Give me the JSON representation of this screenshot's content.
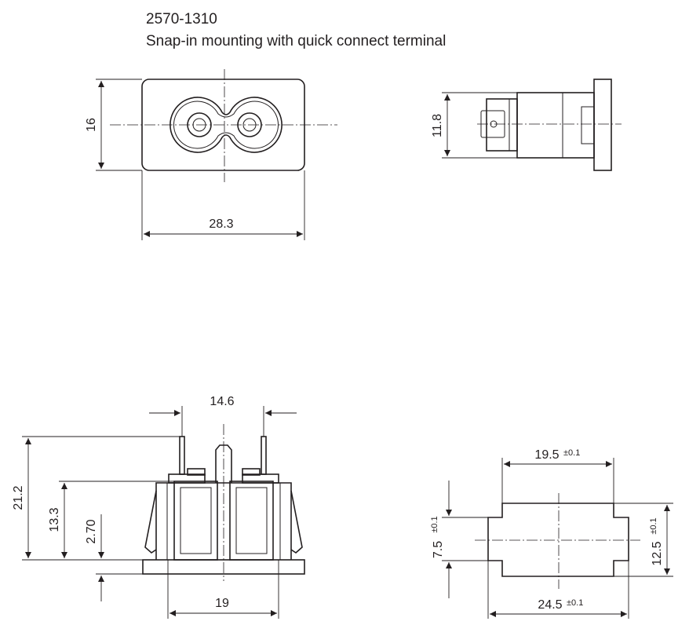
{
  "title": {
    "part_number": "2570-1310",
    "description": "Snap-in mounting with quick connect terminal"
  },
  "front_view": {
    "height_dim": "16",
    "width_dim": "28.3"
  },
  "side_view": {
    "height_dim": "11.8"
  },
  "bottom_view": {
    "pin_spacing_dim": "14.6",
    "overall_height_dim": "21.2",
    "body_height_dim": "13.3",
    "flange_dim": "2.70",
    "base_width_dim": "19"
  },
  "panel_cutout": {
    "top_width_dim": "19.5",
    "top_width_tol": "±0.1",
    "bottom_width_dim": "24.5",
    "bottom_width_tol": "±0.1",
    "notch_height_dim": "7.5",
    "notch_height_tol": "±0.1",
    "total_height_dim": "12.5",
    "total_height_tol": "±0.1"
  }
}
